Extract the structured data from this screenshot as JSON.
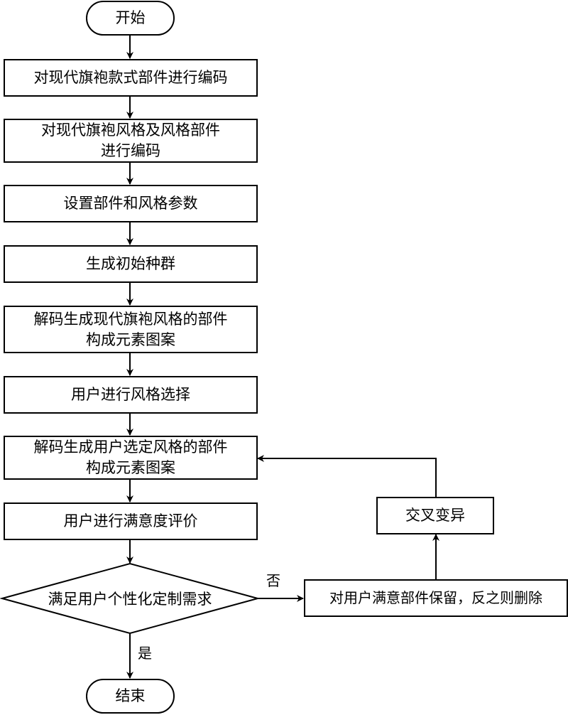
{
  "flowchart": {
    "start": "开始",
    "end": "结束",
    "steps": [
      {
        "line1": "对现代旗袍款式部件进行编码",
        "line2": ""
      },
      {
        "line1": "对现代旗袍风格及风格部件",
        "line2": "进行编码"
      },
      {
        "line1": "设置部件和风格参数",
        "line2": ""
      },
      {
        "line1": "生成初始种群",
        "line2": ""
      },
      {
        "line1": "解码生成现代旗袍风格的部件",
        "line2": "构成元素图案"
      },
      {
        "line1": "用户进行风格选择",
        "line2": ""
      },
      {
        "line1": "解码生成用户选定风格的部件",
        "line2": "构成元素图案"
      },
      {
        "line1": "用户进行满意度评价",
        "line2": ""
      }
    ],
    "decision": "满足用户个性化定制需求",
    "yes_label": "是",
    "no_label": "否",
    "retain_step": "对用户满意部件保留，反之则删除",
    "crossover_step": "交叉变异"
  }
}
